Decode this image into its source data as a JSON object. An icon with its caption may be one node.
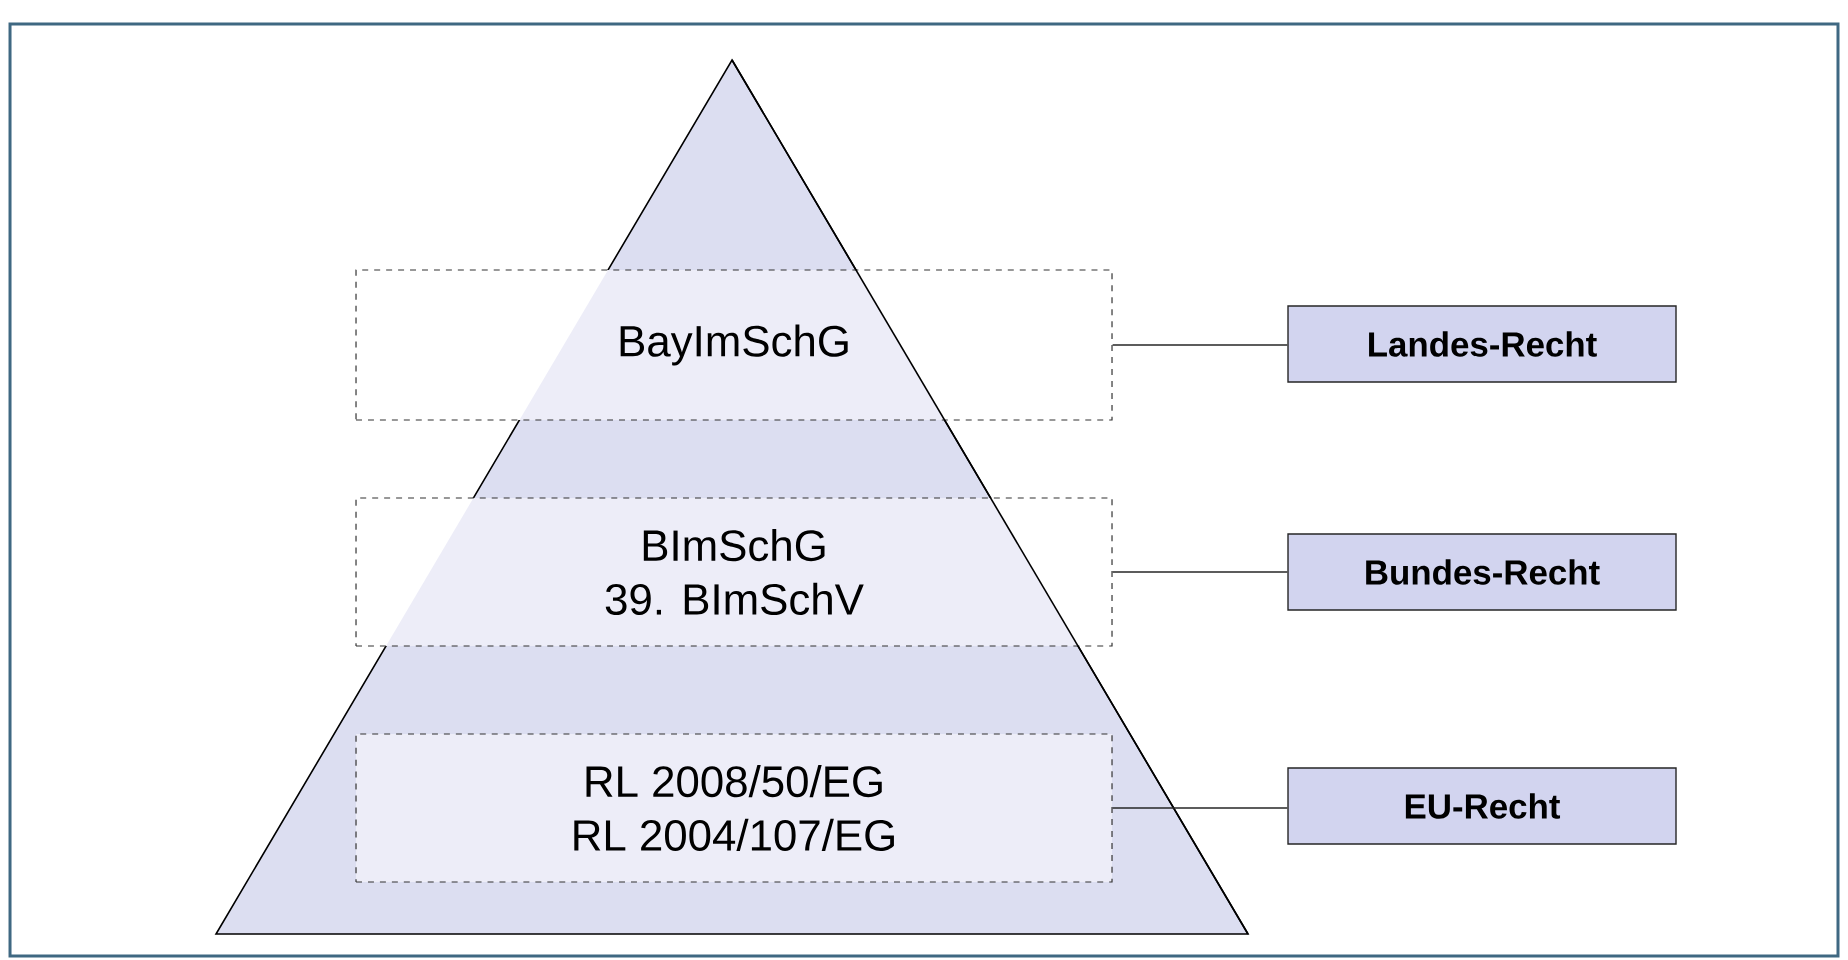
{
  "diagram": {
    "nodes": [
      {
        "text": [
          "BayImSchG"
        ]
      },
      {
        "text": [
          "BImSchG",
          "39. BImSchV"
        ]
      },
      {
        "text": [
          "RL 2008/50/EG",
          "RL 2004/107/EG"
        ]
      },
      {
        "text": [
          "Landes-Recht"
        ]
      },
      {
        "text": [
          "Bundes-Recht"
        ]
      },
      {
        "text": [
          "EU-Recht"
        ]
      }
    ],
    "edges": [
      {
        "from": 0,
        "to": 3,
        "arrow": "none"
      },
      {
        "from": 1,
        "to": 4,
        "arrow": "none"
      },
      {
        "from": 2,
        "to": 5,
        "arrow": "none"
      }
    ]
  }
}
